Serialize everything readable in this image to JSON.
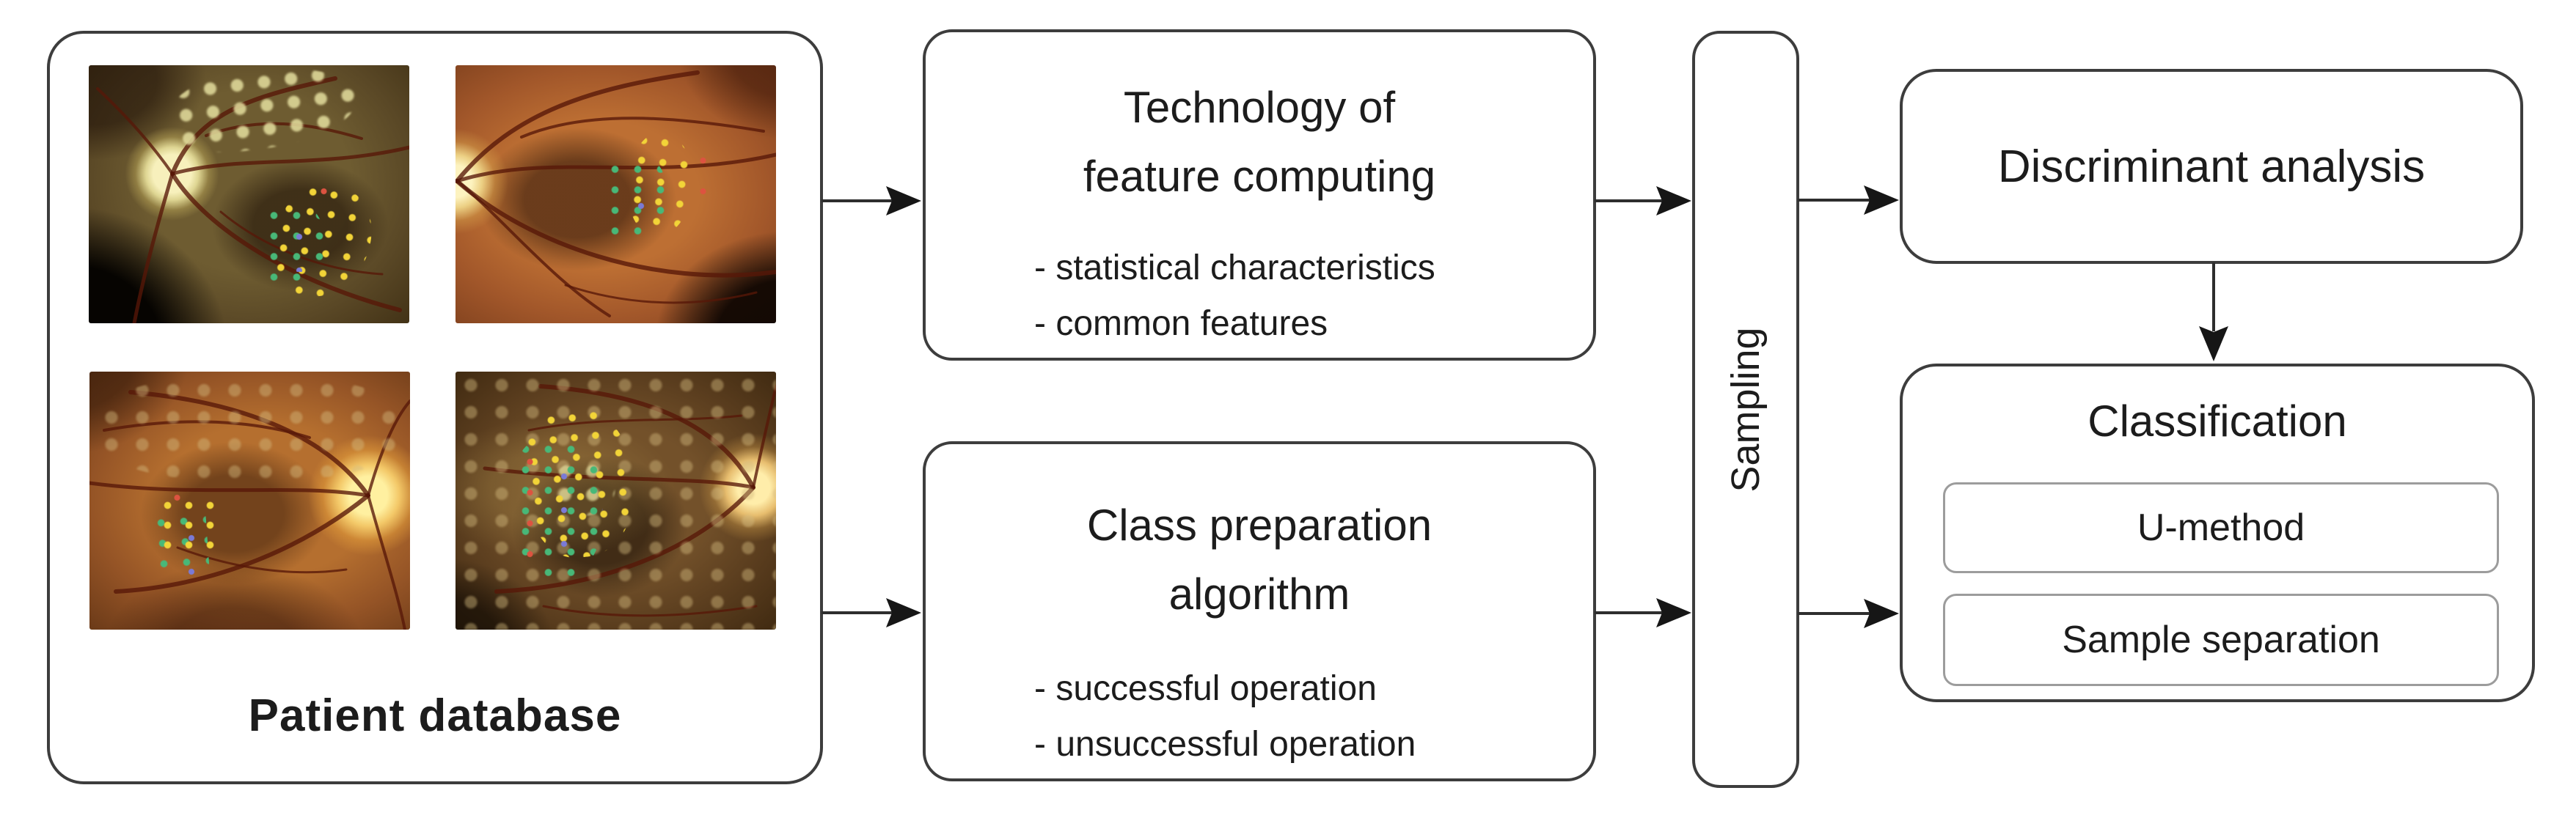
{
  "diagram": {
    "patient_database": {
      "label": "Patient database"
    },
    "technology_box": {
      "title_lines": [
        "Technology of",
        "feature computing"
      ],
      "bullets": [
        "- statistical characteristics",
        "- common features"
      ]
    },
    "class_preparation_box": {
      "title_lines": [
        "Class preparation",
        "algorithm"
      ],
      "bullets": [
        "- successful operation",
        "- unsuccessful operation"
      ]
    },
    "sampling_box": {
      "label": "Sampling"
    },
    "discriminant_box": {
      "label": "Discriminant analysis"
    },
    "classification_box": {
      "title": "Classification",
      "methods": [
        "U-method",
        "Sample separation"
      ]
    },
    "colors": {
      "box_border": "#3d3d3d",
      "inner_box_border": "#9c9c9c",
      "text": "#1c1c1c",
      "background": "#ffffff",
      "annotation_yellow": "#f2d438",
      "annotation_green": "#48b878",
      "annotation_blue": "#7a7ad6",
      "annotation_red": "#dd5340"
    }
  }
}
